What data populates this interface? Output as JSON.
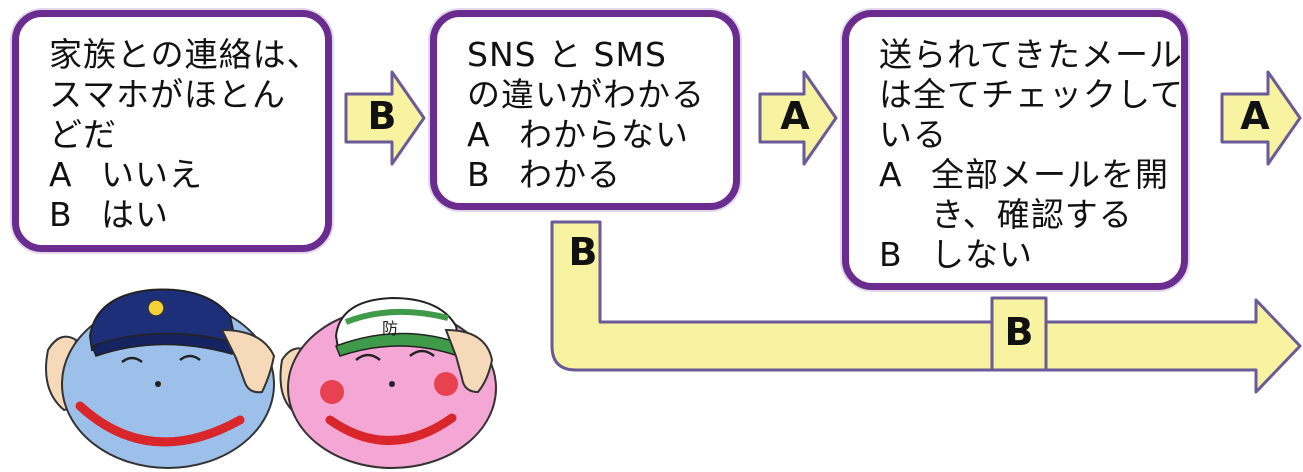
{
  "question1": {
    "lines": [
      "家族との連絡は、",
      "スマホがほとん",
      "どだ"
    ],
    "options": [
      {
        "key": "A",
        "text": "いいえ"
      },
      {
        "key": "B",
        "text": "はい"
      }
    ]
  },
  "question2": {
    "lines": [
      "SNS と SMS",
      "の違いがわかる"
    ],
    "options": [
      {
        "key": "A",
        "text": "わからない"
      },
      {
        "key": "B",
        "text": "わかる"
      }
    ]
  },
  "question3": {
    "lines": [
      "送られてきたメール",
      "は全てチェックして",
      "いる"
    ],
    "options": [
      {
        "key": "A",
        "text": "全部メールを開"
      },
      {
        "key": "",
        "text": "き、確認する"
      },
      {
        "key": "B",
        "text": "しない"
      }
    ]
  },
  "arrows": {
    "q1_to_q2": "B",
    "q2_to_q3": "A",
    "q3_out": "A",
    "q2_down": "B",
    "q3_down": "B"
  },
  "mascots": {
    "left_cap_badge": "",
    "right_cap_badge": "防"
  },
  "colors": {
    "box_border": "#6a2c8e",
    "arrow_fill": "#f7f3a0",
    "arrow_stroke": "#6a5a98"
  }
}
